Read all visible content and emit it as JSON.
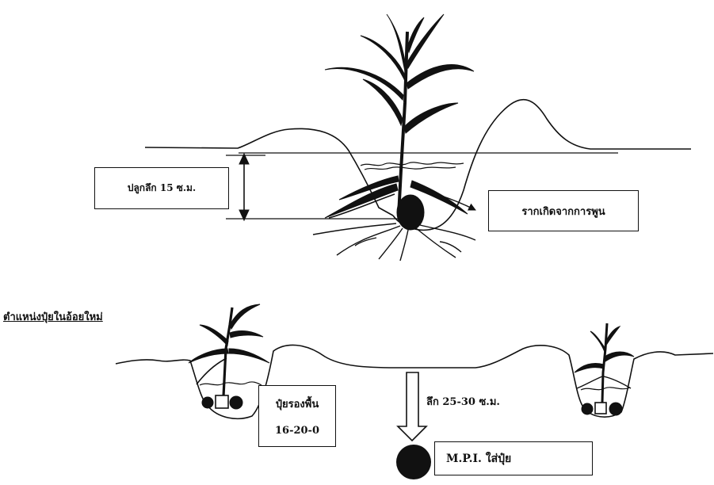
{
  "labels": {
    "planting_depth": "ปลูกลึก 15 ซ.ม.",
    "roots_from_hilling": "รากเกิดจากการพูน",
    "section_title": "ตำแหน่งปุ๋ยในอ้อยใหม่",
    "base_fertilizer": "ปุ๋ยรองพื้น",
    "base_formula": "16-20-0",
    "depth_25_30": "ลึก 25-30 ซ.ม.",
    "mpi_fertilizer": "M.P.I. ใส่ปุ๋ย"
  },
  "colors": {
    "ink": "#111111",
    "paper": "#ffffff"
  }
}
